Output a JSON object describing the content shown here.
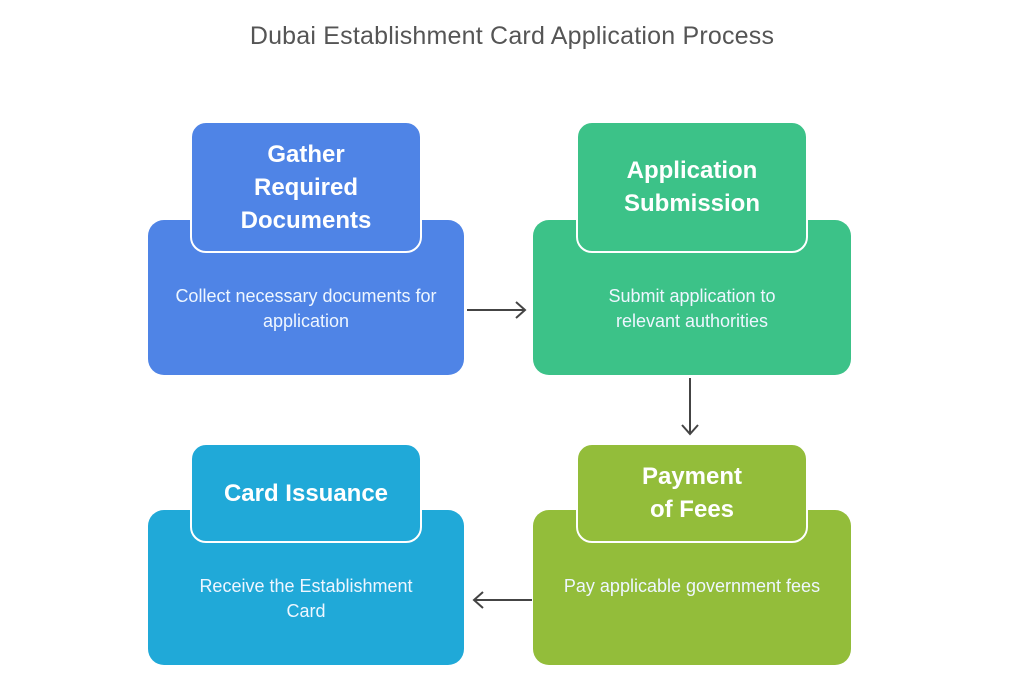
{
  "title": "Dubai Establishment Card Application Process",
  "steps": [
    {
      "heading": "Gather Required Documents",
      "description": "Collect necessary documents for application",
      "color": "#4f84e6"
    },
    {
      "heading": "Application Submission",
      "description": "Submit application to relevant authorities",
      "color": "#3cc288"
    },
    {
      "heading": "Payment of Fees",
      "description": "Pay applicable government fees",
      "color": "#93bd3a"
    },
    {
      "heading": "Card Issuance",
      "description": "Receive the Establishment Card",
      "color": "#20a9d8"
    }
  ],
  "arrow_color": "#444444"
}
